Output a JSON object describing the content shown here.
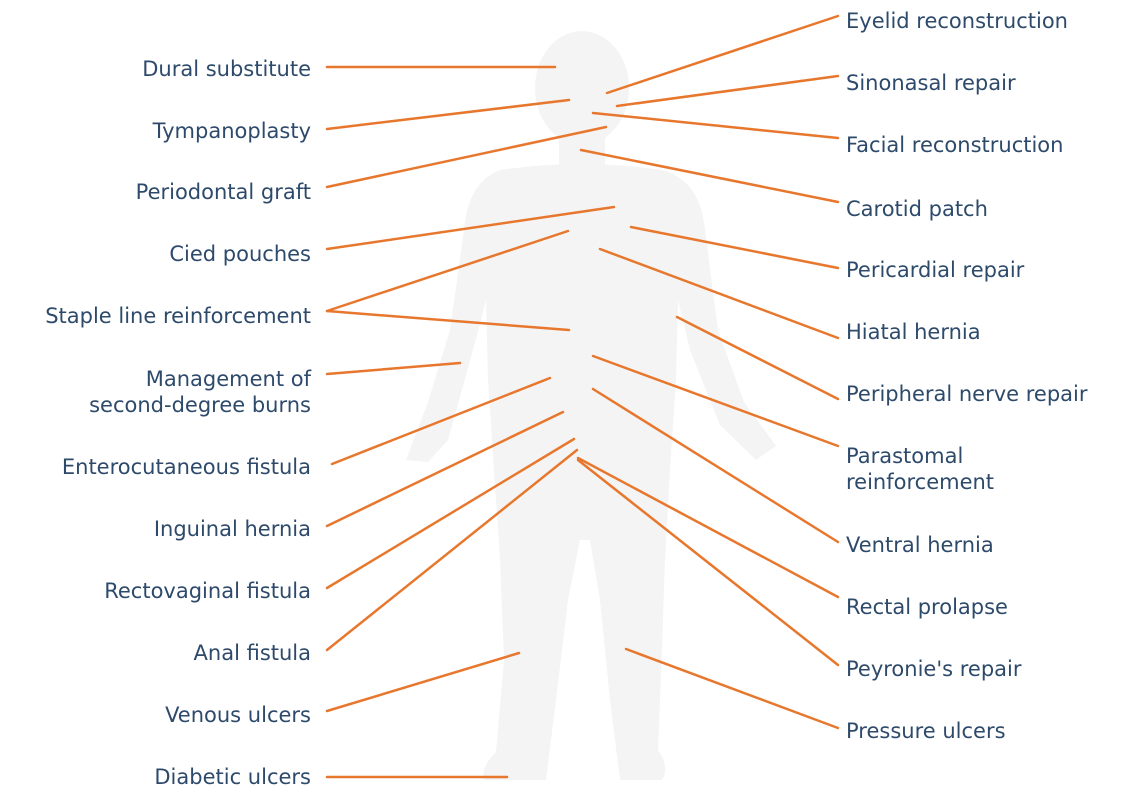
{
  "colors": {
    "leader_line": "#e8772e",
    "label_text": "#2e4a6b",
    "silhouette": "#f4f4f4"
  },
  "left_labels": [
    "Dural substitute",
    "Tympanoplasty",
    "Periodontal graft",
    "Cied pouches",
    "Staple line reinforcement",
    "Management of",
    "second-degree burns",
    "Enterocutaneous fistula",
    "Inguinal hernia",
    "Rectovaginal fistula",
    "Anal fistula",
    "Venous ulcers",
    "Diabetic ulcers"
  ],
  "right_labels": [
    "Eyelid reconstruction",
    "Sinonasal repair",
    "Facial reconstruction",
    "Carotid patch",
    "Pericardial repair",
    "Hiatal hernia",
    "Peripheral nerve repair",
    "Parastomal",
    "reinforcement",
    "Ventral hernia",
    "Rectal prolapse",
    "Peyronie's repair",
    "Pressure ulcers"
  ]
}
